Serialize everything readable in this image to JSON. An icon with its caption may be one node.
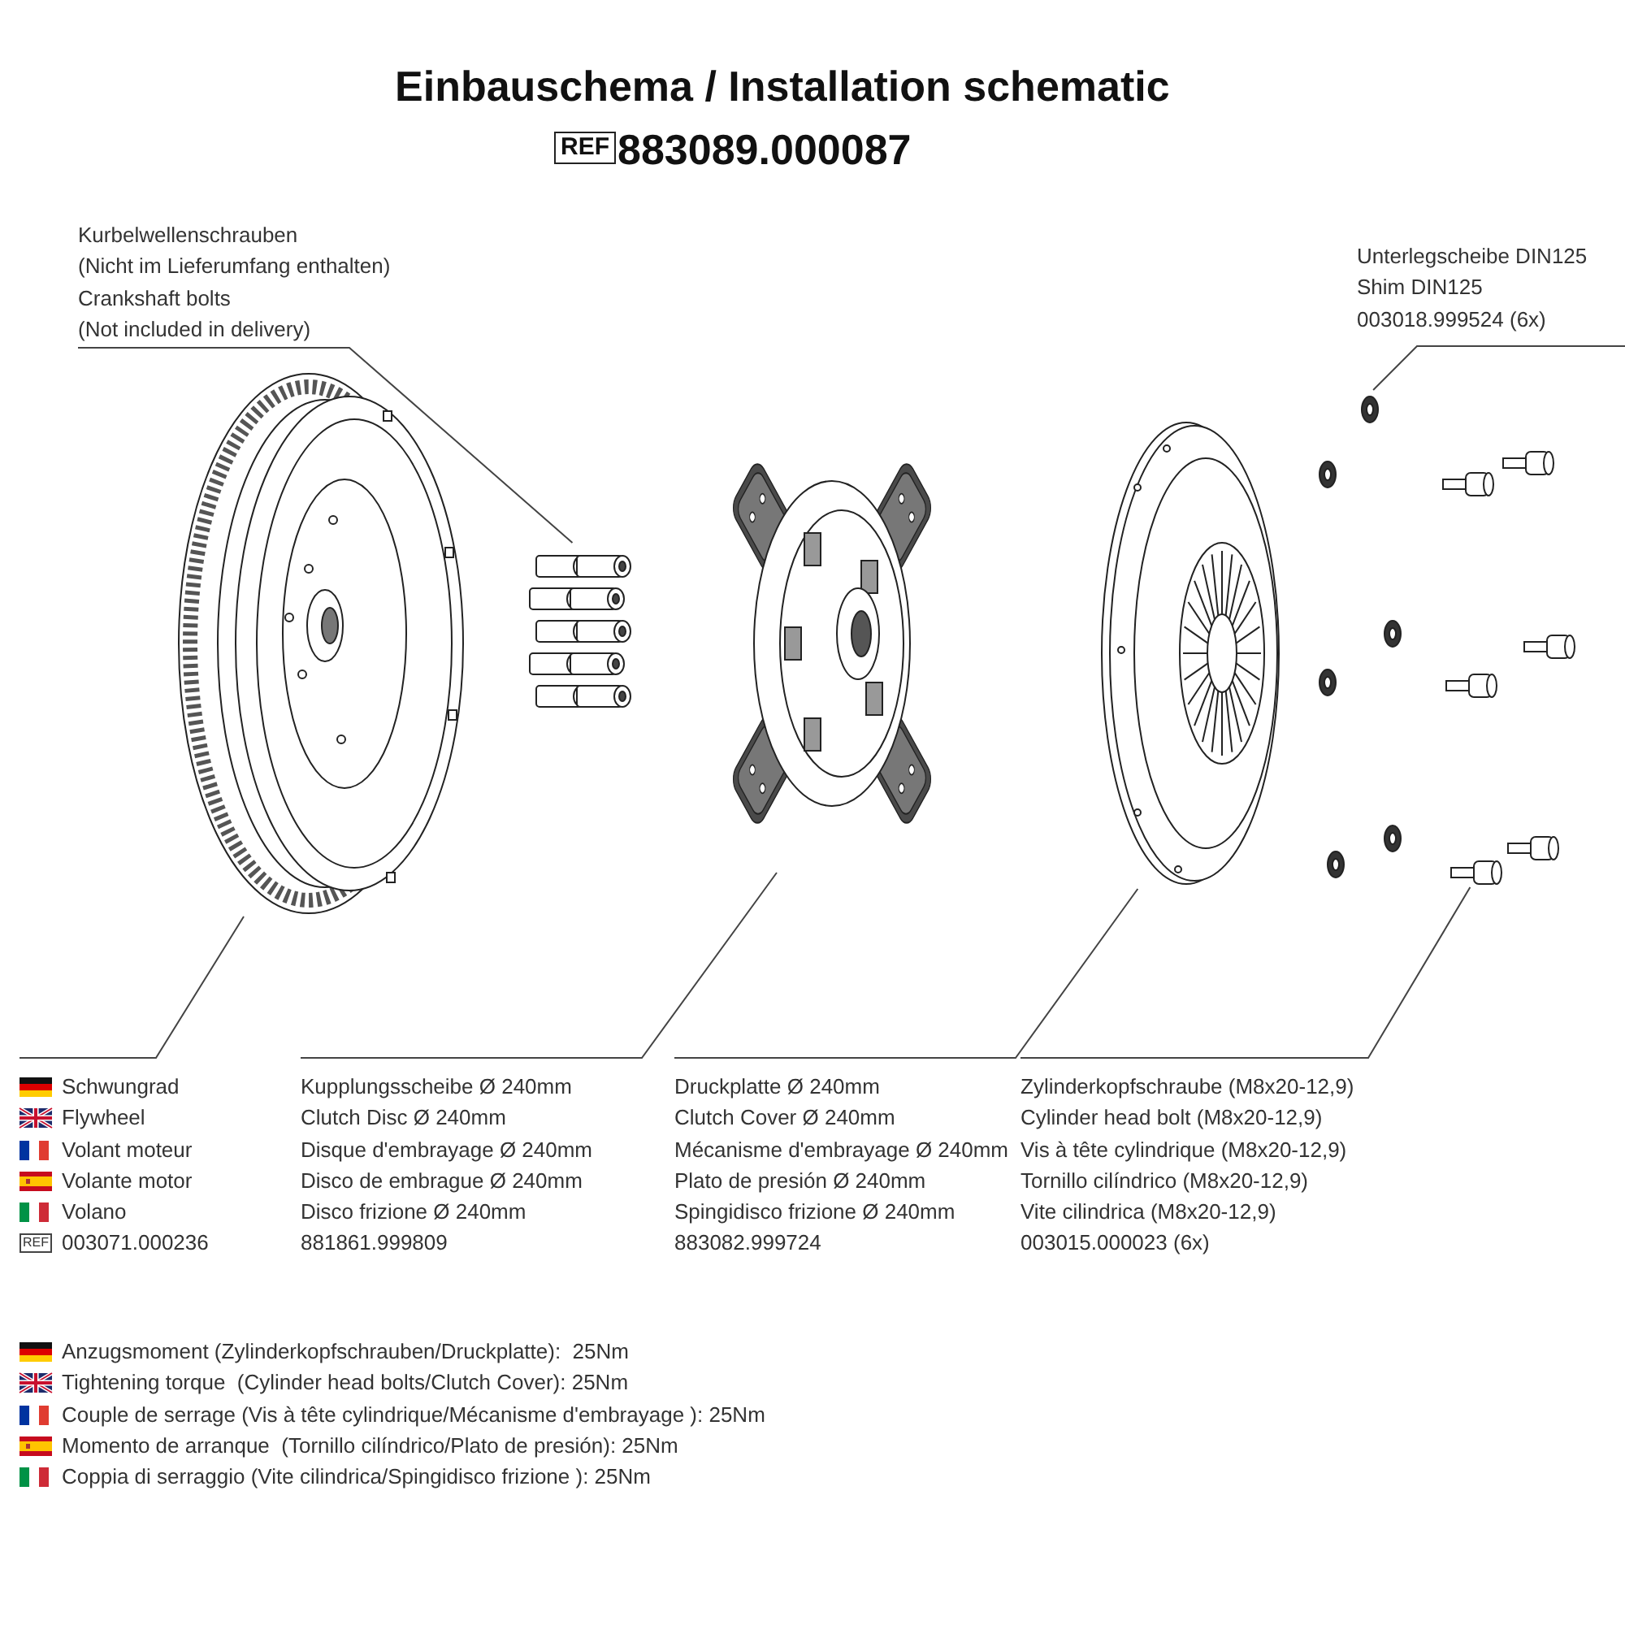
{
  "diagram": {
    "title": "Einbauschema / Installation schematic",
    "nodes": [
      {
        "text": [
          "Kurbelwellenschrauben",
          "(Nicht im Lieferumfang enthalten)",
          "Crankshaft bolts",
          "(Not included in delivery)"
        ]
      },
      {
        "text": [
          "Unterlegscheibe DIN125",
          "Shim DIN125",
          "003018.999524 (6x)"
        ]
      },
      {
        "text": [],
        "shape": "picture"
      },
      {
        "text": [],
        "shape": "picture"
      },
      {
        "text": [],
        "shape": "picture"
      },
      {
        "text": [],
        "shape": "picture"
      },
      {
        "text": [],
        "shape": "picture"
      },
      {
        "text": [],
        "shape": "picture"
      },
      {
        "text": [
          "Schwungrad",
          "Flywheel",
          "Volant moteur",
          "Volante motor",
          "Volano",
          "003071.000236"
        ]
      },
      {
        "text": [
          "Kupplungsscheibe Ø 240mm",
          "Clutch Disc Ø 240mm",
          "Disque d'embrayage Ø 240mm",
          "Disco de embrague Ø 240mm",
          "Disco frizione Ø 240mm",
          "881861.999809"
        ]
      },
      {
        "text": [
          "Druckplatte Ø 240mm",
          "Clutch Cover Ø 240mm",
          "Mécanisme d'embrayage Ø 240mm",
          "Plato de presión Ø 240mm",
          "Spingidisco frizione Ø 240mm",
          "883082.999724"
        ]
      },
      {
        "text": [
          "Zylinderkopfschraube (M8x20-12,9)",
          "Cylinder head bolt (M8x20-12,9)",
          "Vis à tête cylindrique (M8x20-12,9)",
          "Tornillo cilíndrico (M8x20-12,9)",
          "Vite cilindrica (M8x20-12,9)",
          "003015.000023 (6x)"
        ]
      }
    ],
    "edges": [
      {
        "from": 0,
        "to": 3,
        "arrow": "none"
      },
      {
        "from": 1,
        "to": 6,
        "arrow": "none"
      },
      {
        "from": 8,
        "to": 2,
        "arrow": "none"
      },
      {
        "from": 9,
        "to": 4,
        "arrow": "none"
      },
      {
        "from": 10,
        "to": 5,
        "arrow": "none"
      },
      {
        "from": 11,
        "to": 7,
        "arrow": "none"
      }
    ],
    "labels": [
      "REF",
      "883089.000087",
      "REF",
      "Anzugsmoment (Zylinderkopfschrauben/Druckplatte):  25Nm",
      "Tightening torque  (Cylinder head bolts/Clutch Cover): 25Nm",
      "Couple de serrage (Vis à tête cylindrique/Mécanisme d'embrayage ): 25Nm",
      "Momento de arranque  (Tornillo cilíndrico/Plato de presión): 25Nm",
      "Coppia di serraggio (Vite cilindrica/Spingidisco frizione ): 25Nm"
    ]
  }
}
